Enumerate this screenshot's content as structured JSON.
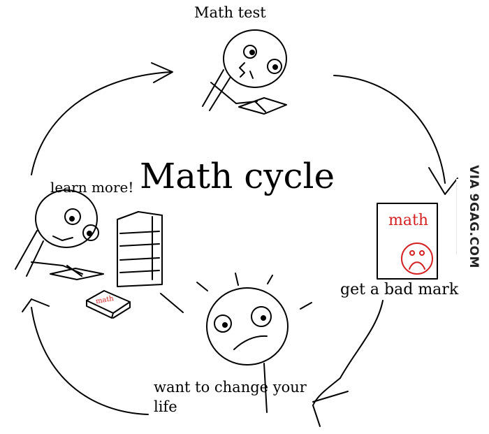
{
  "title": "Math cycle",
  "steps": {
    "math_test": "Math test",
    "bad_mark": "get a bad mark",
    "change_life": "want to change your life",
    "learn_more": "learn more!"
  },
  "paper_label": "math",
  "book_label": "math",
  "watermark": "VIA 9GAG.COM",
  "colors": {
    "ink": "#000000",
    "accent_red": "#d42020"
  }
}
